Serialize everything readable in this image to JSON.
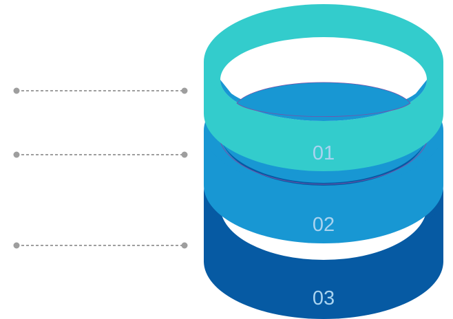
{
  "rings": [
    {
      "label": "01",
      "color": "#33CCCC"
    },
    {
      "label": "02",
      "color": "#1897D3"
    },
    {
      "label": "03",
      "color": "#065AA3"
    }
  ],
  "connector_color": "#9E9E9E",
  "label_color": "#A9D3EF",
  "background": "#FFFFFF"
}
